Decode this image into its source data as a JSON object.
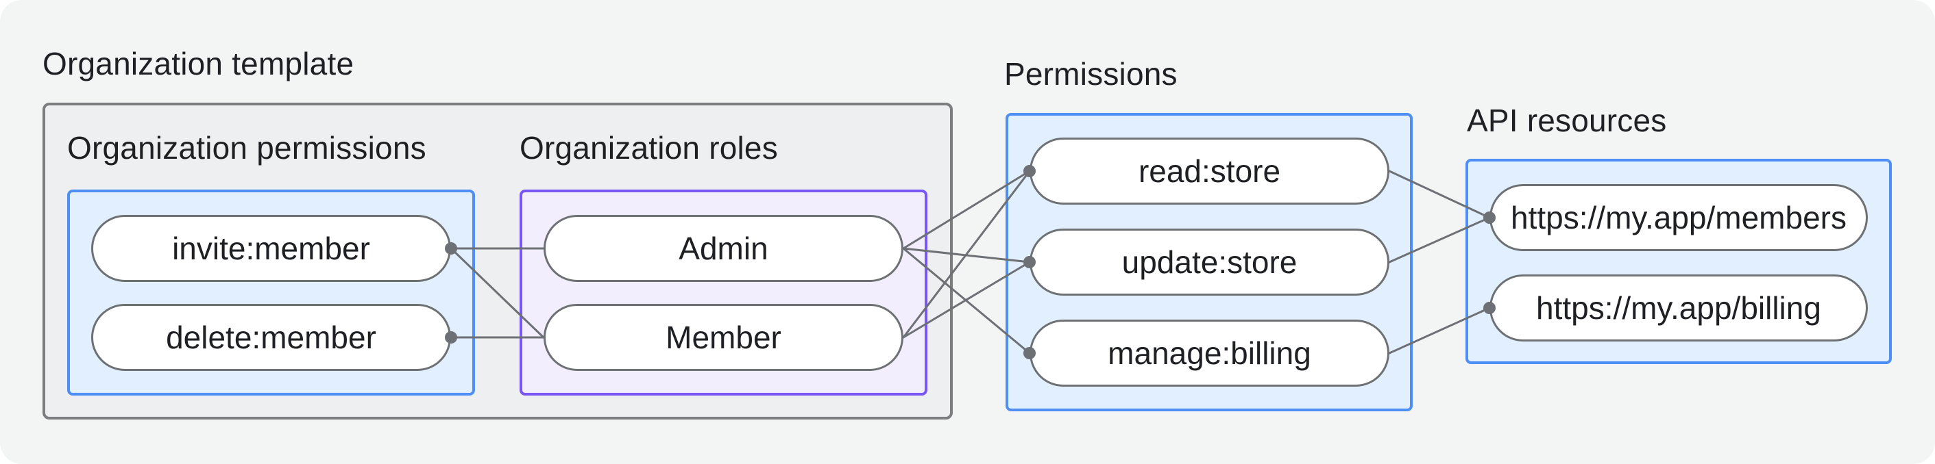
{
  "title": "Organization template",
  "sections": {
    "org_permissions": {
      "label": "Organization permissions"
    },
    "org_roles": {
      "label": "Organization roles"
    },
    "permissions": {
      "label": "Permissions"
    },
    "api_resources": {
      "label": "API resources"
    }
  },
  "nodes": {
    "invite_member": {
      "label": "invite:member",
      "section": "org_permissions",
      "dot": "right"
    },
    "delete_member": {
      "label": "delete:member",
      "section": "org_permissions",
      "dot": "right"
    },
    "admin": {
      "label": "Admin",
      "section": "org_roles",
      "dot": null
    },
    "member": {
      "label": "Member",
      "section": "org_roles",
      "dot": null
    },
    "read_store": {
      "label": "read:store",
      "section": "permissions",
      "dot": "left"
    },
    "update_store": {
      "label": "update:store",
      "section": "permissions",
      "dot": "left"
    },
    "manage_billing": {
      "label": "manage:billing",
      "section": "permissions",
      "dot": "left"
    },
    "members_api": {
      "label": "https://my.app/members",
      "section": "api_resources",
      "dot": "left"
    },
    "billing_api": {
      "label": "https://my.app/billing",
      "section": "api_resources",
      "dot": "left"
    }
  },
  "edges": [
    {
      "from": "invite_member",
      "to": "admin"
    },
    {
      "from": "invite_member",
      "to": "member"
    },
    {
      "from": "delete_member",
      "to": "member"
    },
    {
      "from": "admin",
      "to": "read_store"
    },
    {
      "from": "admin",
      "to": "update_store"
    },
    {
      "from": "admin",
      "to": "manage_billing"
    },
    {
      "from": "member",
      "to": "read_store"
    },
    {
      "from": "member",
      "to": "update_store"
    },
    {
      "from": "read_store",
      "to": "members_api"
    },
    {
      "from": "update_store",
      "to": "members_api"
    },
    {
      "from": "manage_billing",
      "to": "billing_api"
    }
  ],
  "colors": {
    "card_bg": "#f3f5f5",
    "gray_box_fill": "#eeeff0",
    "gray_box_border": "#7b7d7e",
    "blue_box_fill": "#e1effe",
    "blue_box_border": "#4e8ff5",
    "purple_box_fill": "#f3eefe",
    "purple_box_border": "#7957f5",
    "pill_fill": "#ffffff",
    "pill_border": "#6e7173",
    "edge": "#6d7074",
    "dot": "#6d7074",
    "text": "#1f2023"
  }
}
